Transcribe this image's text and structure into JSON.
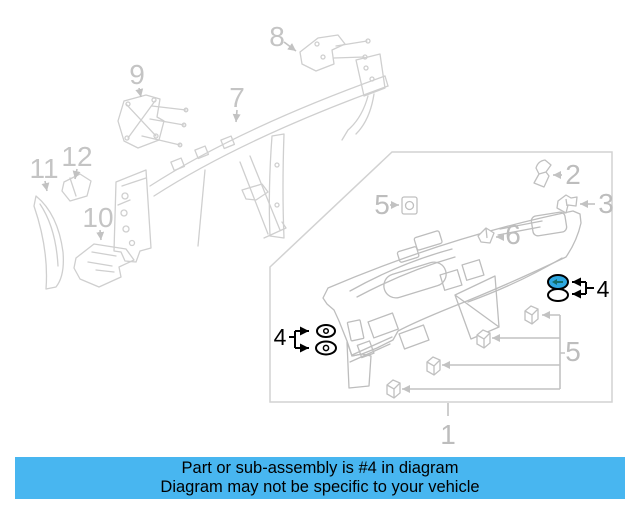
{
  "banner": {
    "line1": "Part or sub-assembly is #4 in diagram",
    "line2": "Diagram may not be specific to your vehicle",
    "background_color": "#48b6f0",
    "text_color": "#000000"
  },
  "diagram": {
    "type": "exploded-parts-diagram",
    "subject": "instrument panel and cross-car beam assembly",
    "highlighted_part_number": "4",
    "highlight_fill": "#2fa8e0",
    "faded_line_color": "#cfcfcf",
    "panel_line_color": "#bdbdbd",
    "gray_label_color": "#c4c4c4",
    "callout_color": "#000000",
    "callouts": {
      "c1": {
        "label": "1"
      },
      "c2": {
        "label": "2"
      },
      "c3": {
        "label": "3"
      },
      "c4": {
        "label": "4"
      },
      "c5": {
        "label": "5"
      },
      "c6": {
        "label": "6"
      },
      "c7": {
        "label": "7"
      },
      "c8": {
        "label": "8"
      },
      "c9": {
        "label": "9"
      },
      "c10": {
        "label": "10"
      },
      "c11": {
        "label": "11"
      },
      "c12": {
        "label": "12"
      }
    }
  }
}
